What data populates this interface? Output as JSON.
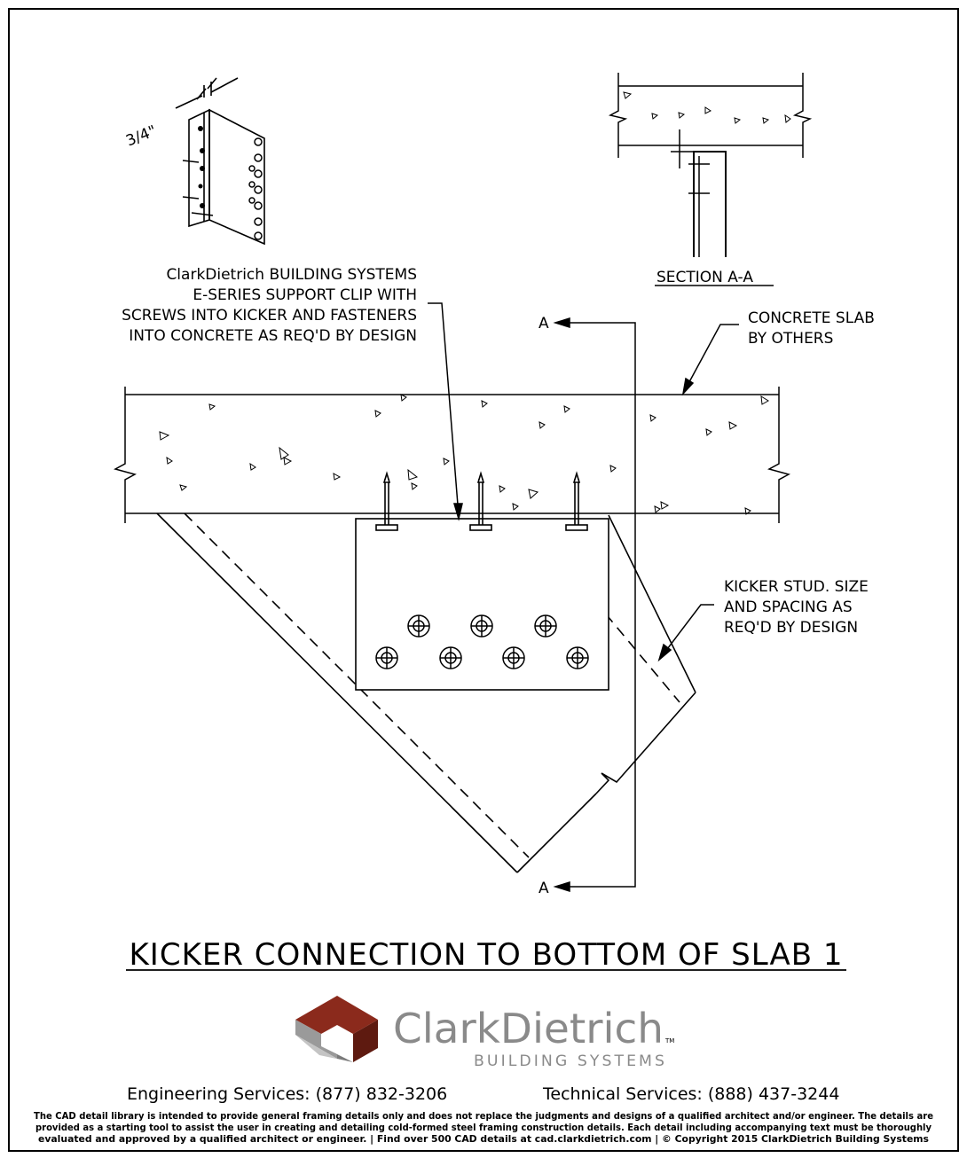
{
  "notes": {
    "clip_line1": "ClarkDietrich BUILDING SYSTEMS",
    "clip_line2": "E-SERIES SUPPORT CLIP WITH",
    "clip_line3": "SCREWS INTO KICKER AND FASTENERS",
    "clip_line4": "INTO CONCRETE AS REQ'D BY DESIGN",
    "slab_line1": "CONCRETE SLAB",
    "slab_line2": "BY OTHERS",
    "kicker_line1": "KICKER STUD. SIZE",
    "kicker_line2": "AND SPACING AS",
    "kicker_line3": "REQ'D BY DESIGN",
    "dimension": "3/4\"",
    "section_label": "SECTION A-A",
    "cut_top": "A",
    "cut_bottom": "A"
  },
  "title": "KICKER CONNECTION TO BOTTOM OF SLAB 1",
  "brand": {
    "name": "ClarkDietrich",
    "tm": "TM",
    "sub": "BUILDING SYSTEMS",
    "colors": {
      "red": "#8b2a1c",
      "dark_red": "#5e1a10",
      "gray": "#8a8a8a",
      "light_gray": "#b8b8b8"
    }
  },
  "contacts": {
    "engineering": "Engineering Services: (877) 832-3206",
    "technical": "Technical Services: (888) 437-3244"
  },
  "disclaimer": {
    "line1": "The CAD detail library is intended to provide general framing details only and does not replace the judgments and designs of a qualified architect and/or engineer. The details are",
    "line2": "provided as a starting tool to assist the user in creating and detailing cold-formed steel framing construction details. Each detail including accompanying text must be thoroughly",
    "line3": "evaluated and approved by a qualified architect or engineer.     |     Find over 500 CAD details at cad.clarkdietrich.com     |     © Copyright 2015 ClarkDietrich Building Systems"
  }
}
